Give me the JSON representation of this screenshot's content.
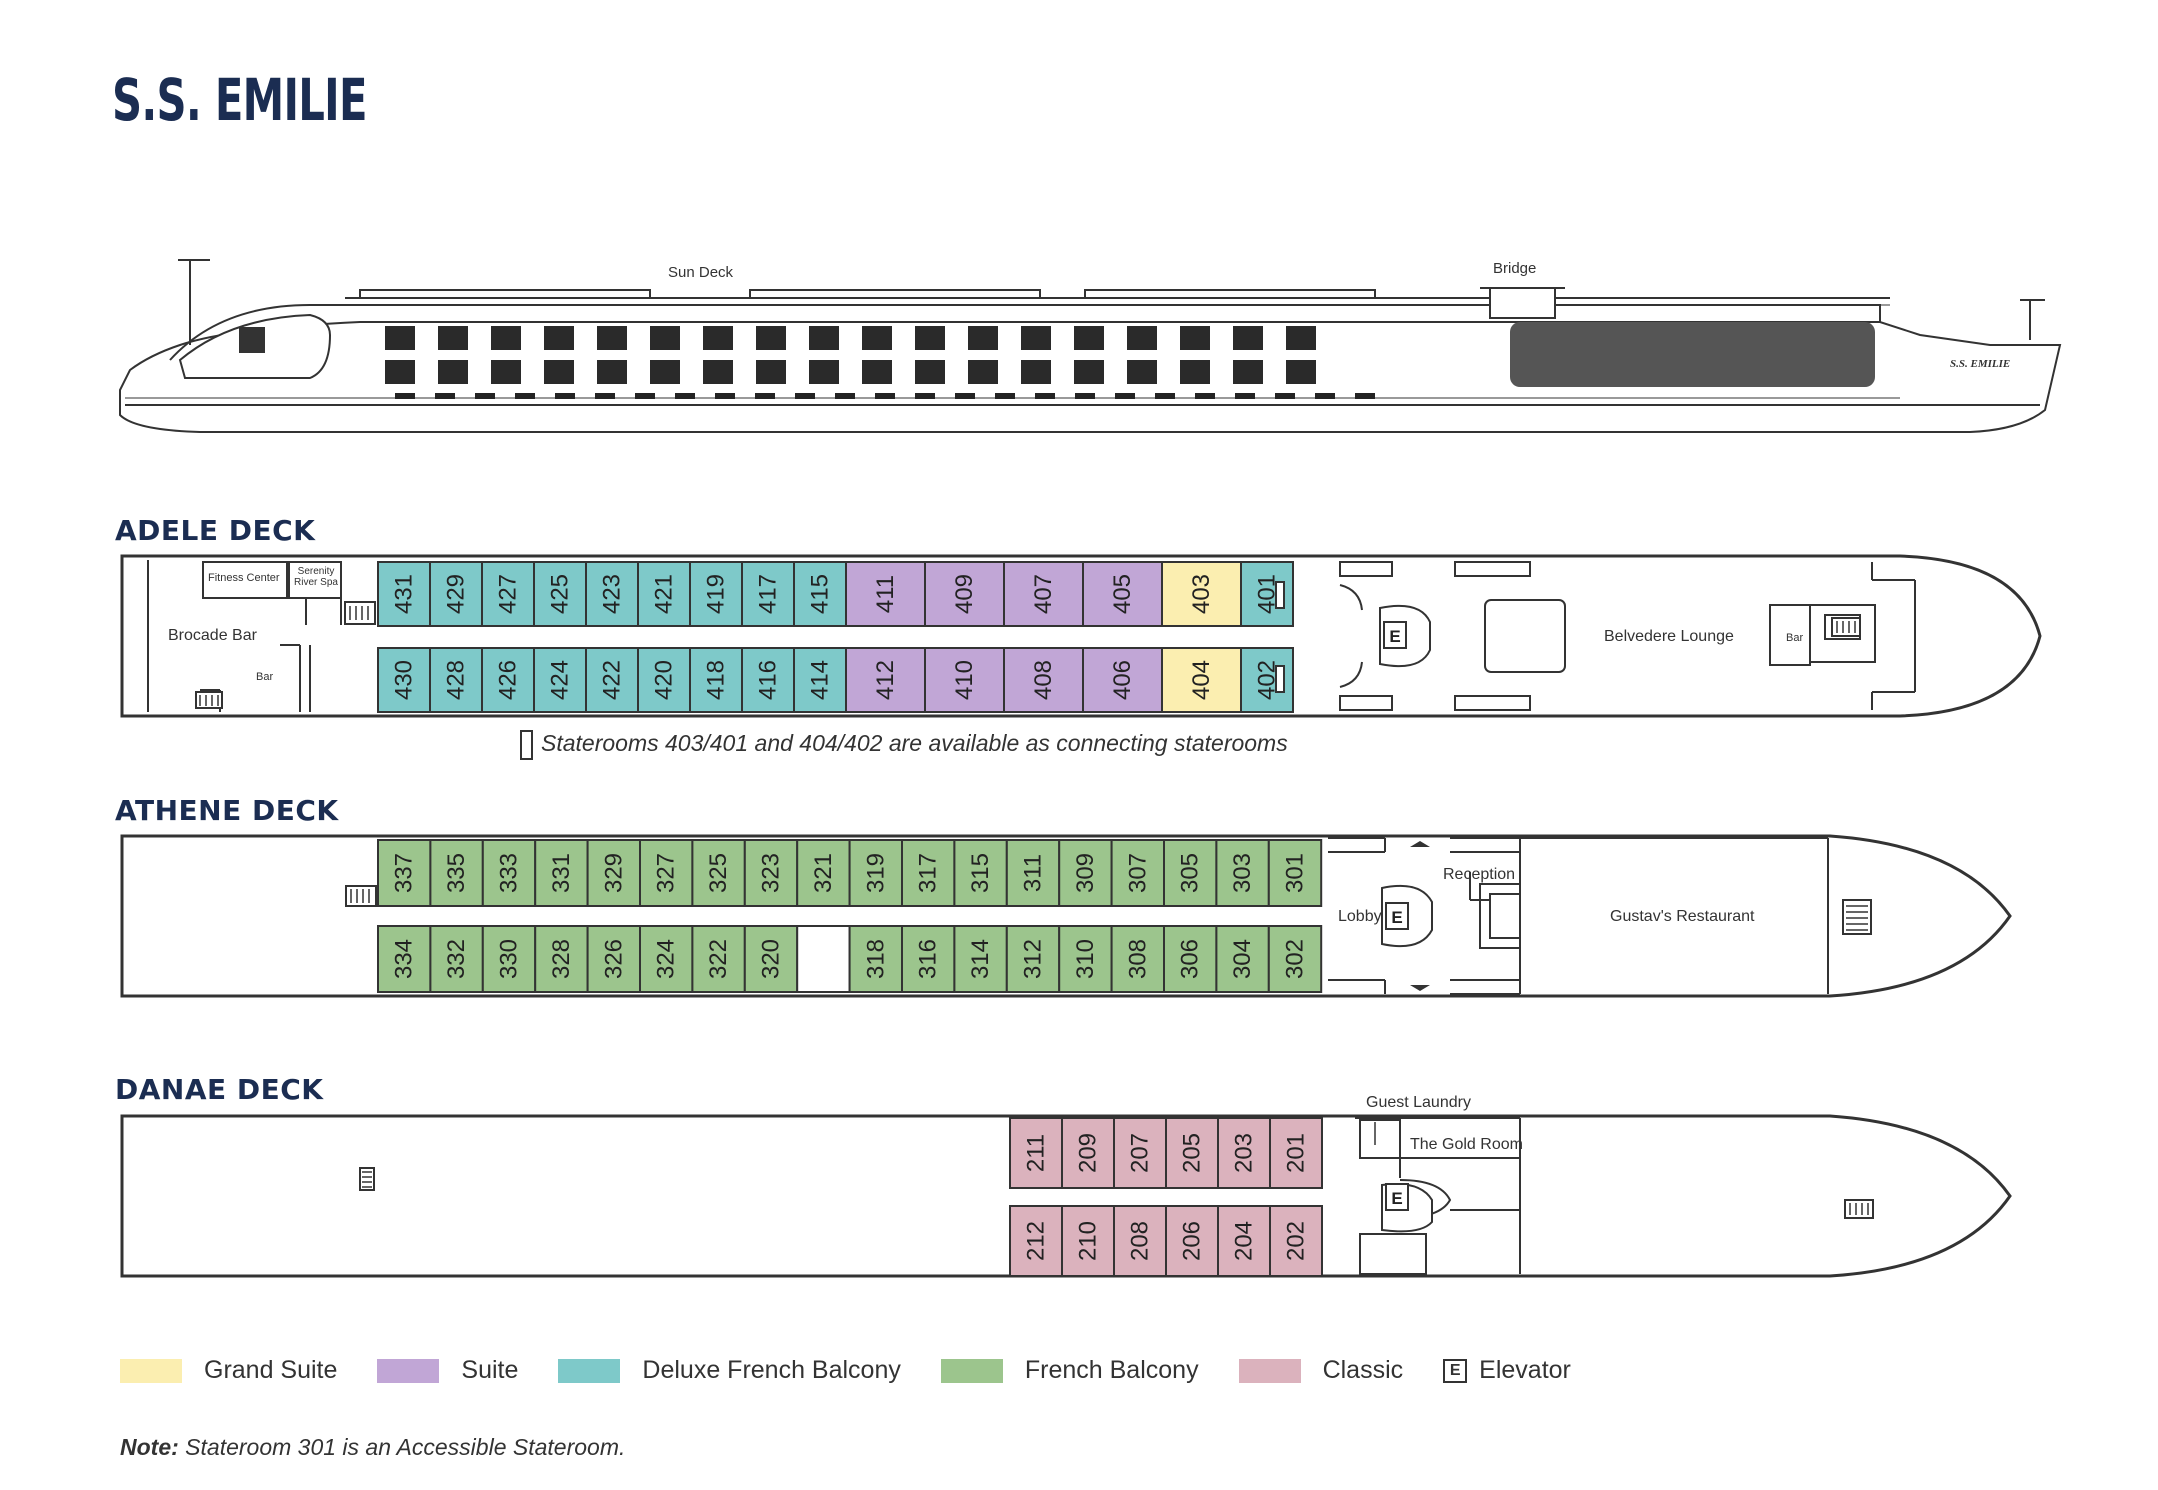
{
  "title": "S.S. EMILIE",
  "profile": {
    "sun_deck": "Sun Deck",
    "bridge": "Bridge",
    "ship_name_side": "S.S. EMILIE"
  },
  "colors": {
    "grand_suite": "#fbeeb0",
    "suite": "#c1a6d6",
    "deluxe_french_balcony": "#7ec9c9",
    "french_balcony": "#9cc58d",
    "classic": "#dbb2bd"
  },
  "decks": {
    "adele": {
      "title": "ADELE DECK",
      "labels": {
        "fitness": "Fitness Center",
        "spa": "Serenity River Spa",
        "brocade": "Brocade Bar",
        "bar_aft": "Bar",
        "belvedere": "Belvedere Lounge",
        "bar_fwd": "Bar"
      },
      "top_rooms": [
        {
          "n": "431",
          "cat": "deluxe_french_balcony"
        },
        {
          "n": "429",
          "cat": "deluxe_french_balcony"
        },
        {
          "n": "427",
          "cat": "deluxe_french_balcony"
        },
        {
          "n": "425",
          "cat": "deluxe_french_balcony"
        },
        {
          "n": "423",
          "cat": "deluxe_french_balcony"
        },
        {
          "n": "421",
          "cat": "deluxe_french_balcony"
        },
        {
          "n": "419",
          "cat": "deluxe_french_balcony"
        },
        {
          "n": "417",
          "cat": "deluxe_french_balcony"
        },
        {
          "n": "415",
          "cat": "deluxe_french_balcony"
        },
        {
          "n": "411",
          "cat": "suite"
        },
        {
          "n": "409",
          "cat": "suite"
        },
        {
          "n": "407",
          "cat": "suite"
        },
        {
          "n": "405",
          "cat": "suite"
        },
        {
          "n": "403",
          "cat": "grand_suite"
        },
        {
          "n": "401",
          "cat": "deluxe_french_balcony"
        }
      ],
      "bottom_rooms": [
        {
          "n": "430",
          "cat": "deluxe_french_balcony"
        },
        {
          "n": "428",
          "cat": "deluxe_french_balcony"
        },
        {
          "n": "426",
          "cat": "deluxe_french_balcony"
        },
        {
          "n": "424",
          "cat": "deluxe_french_balcony"
        },
        {
          "n": "422",
          "cat": "deluxe_french_balcony"
        },
        {
          "n": "420",
          "cat": "deluxe_french_balcony"
        },
        {
          "n": "418",
          "cat": "deluxe_french_balcony"
        },
        {
          "n": "416",
          "cat": "deluxe_french_balcony"
        },
        {
          "n": "414",
          "cat": "deluxe_french_balcony"
        },
        {
          "n": "412",
          "cat": "suite"
        },
        {
          "n": "410",
          "cat": "suite"
        },
        {
          "n": "408",
          "cat": "suite"
        },
        {
          "n": "406",
          "cat": "suite"
        },
        {
          "n": "404",
          "cat": "grand_suite"
        },
        {
          "n": "402",
          "cat": "deluxe_french_balcony"
        }
      ],
      "note": "Staterooms 403/401 and 404/402 are available as connecting staterooms"
    },
    "athene": {
      "title": "ATHENE DECK",
      "labels": {
        "lobby": "Lobby",
        "reception": "Reception",
        "restaurant": "Gustav's Restaurant"
      },
      "top_rooms": [
        {
          "n": "337",
          "cat": "french_balcony"
        },
        {
          "n": "335",
          "cat": "french_balcony"
        },
        {
          "n": "333",
          "cat": "french_balcony"
        },
        {
          "n": "331",
          "cat": "french_balcony"
        },
        {
          "n": "329",
          "cat": "french_balcony"
        },
        {
          "n": "327",
          "cat": "french_balcony"
        },
        {
          "n": "325",
          "cat": "french_balcony"
        },
        {
          "n": "323",
          "cat": "french_balcony"
        },
        {
          "n": "321",
          "cat": "french_balcony"
        },
        {
          "n": "319",
          "cat": "french_balcony"
        },
        {
          "n": "317",
          "cat": "french_balcony"
        },
        {
          "n": "315",
          "cat": "french_balcony"
        },
        {
          "n": "311",
          "cat": "french_balcony"
        },
        {
          "n": "309",
          "cat": "french_balcony"
        },
        {
          "n": "307",
          "cat": "french_balcony"
        },
        {
          "n": "305",
          "cat": "french_balcony"
        },
        {
          "n": "303",
          "cat": "french_balcony"
        },
        {
          "n": "301",
          "cat": "french_balcony"
        }
      ],
      "bottom_rooms": [
        {
          "n": "334",
          "cat": "french_balcony"
        },
        {
          "n": "332",
          "cat": "french_balcony"
        },
        {
          "n": "330",
          "cat": "french_balcony"
        },
        {
          "n": "328",
          "cat": "french_balcony"
        },
        {
          "n": "326",
          "cat": "french_balcony"
        },
        {
          "n": "324",
          "cat": "french_balcony"
        },
        {
          "n": "322",
          "cat": "french_balcony"
        },
        {
          "n": "320",
          "cat": "french_balcony"
        },
        {
          "n": "",
          "cat": "empty"
        },
        {
          "n": "318",
          "cat": "french_balcony"
        },
        {
          "n": "316",
          "cat": "french_balcony"
        },
        {
          "n": "314",
          "cat": "french_balcony"
        },
        {
          "n": "312",
          "cat": "french_balcony"
        },
        {
          "n": "310",
          "cat": "french_balcony"
        },
        {
          "n": "308",
          "cat": "french_balcony"
        },
        {
          "n": "306",
          "cat": "french_balcony"
        },
        {
          "n": "304",
          "cat": "french_balcony"
        },
        {
          "n": "302",
          "cat": "french_balcony"
        }
      ]
    },
    "danae": {
      "title": "DANAE DECK",
      "labels": {
        "laundry": "Guest Laundry",
        "gold_room": "The Gold Room"
      },
      "top_rooms": [
        {
          "n": "211",
          "cat": "classic"
        },
        {
          "n": "209",
          "cat": "classic"
        },
        {
          "n": "207",
          "cat": "classic"
        },
        {
          "n": "205",
          "cat": "classic"
        },
        {
          "n": "203",
          "cat": "classic"
        },
        {
          "n": "201",
          "cat": "classic"
        }
      ],
      "bottom_rooms": [
        {
          "n": "212",
          "cat": "classic"
        },
        {
          "n": "210",
          "cat": "classic"
        },
        {
          "n": "208",
          "cat": "classic"
        },
        {
          "n": "206",
          "cat": "classic"
        },
        {
          "n": "204",
          "cat": "classic"
        },
        {
          "n": "202",
          "cat": "classic"
        }
      ]
    }
  },
  "elevator_letter": "E",
  "legend": [
    {
      "label": "Grand Suite",
      "cat": "grand_suite"
    },
    {
      "label": "Suite",
      "cat": "suite"
    },
    {
      "label": "Deluxe French Balcony",
      "cat": "deluxe_french_balcony"
    },
    {
      "label": "French Balcony",
      "cat": "french_balcony"
    },
    {
      "label": "Classic",
      "cat": "classic"
    },
    {
      "label": "Elevator",
      "cat": "elevator"
    }
  ],
  "footnote": {
    "prefix": "Note:",
    "text": "Stateroom 301 is an Accessible Stateroom."
  }
}
